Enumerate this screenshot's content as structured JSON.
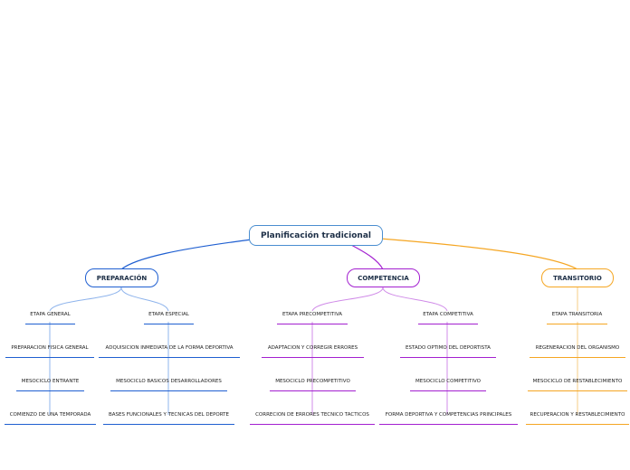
{
  "colors": {
    "blue": "#1f5fd1",
    "purple": "#a320d0",
    "orange": "#f5a623"
  },
  "root": {
    "title": "Planificación tradicional"
  },
  "branches": {
    "preparacion": {
      "label": "PREPARACIÓN",
      "general": [
        "ETAPA GENERAL",
        "PREPARACION FISICA GENERAL",
        "MESOCICLO ENTRANTE",
        "COMIENZO DE UNA TEMPORADA"
      ],
      "especial": [
        "ETAPA ESPECIAL",
        "ADQUISICION INMEDIATA DE LA FORMA DEPORTIVA",
        "MESOCICLO BASICOS DESARROLLADORES",
        "BASES FUNCIONALES Y TECNICAS DEL DEPORTE"
      ]
    },
    "competencia": {
      "label": "COMPETENCIA",
      "precompetitiva": [
        "ETAPA PRECOMPETITIVA",
        "ADAPTACION  Y CORREGIR ERRORES",
        "MESOCICLO PRECOMPETITIVO",
        "CORRECION DE ERRORES TECNICO TACTICOS"
      ],
      "competitiva": [
        "ETAPA COMPETITIVA",
        "ESTADO OPTIMO DEL DEPORTISTA",
        "MESOCICLO COMPETITIVO",
        "FORMA DEPORTIVA Y COMPETENCIAS PRINCIPALES"
      ]
    },
    "transitorio": {
      "label": "TRANSITORIO",
      "transitoria": [
        "ETAPA TRANSITORIA",
        "REGENERACION DEL ORGANISMO",
        "MESOCICLO DE RESTABLECIMIENTO",
        "RECUPERACION Y RESTABLECIMIENTO"
      ]
    }
  }
}
